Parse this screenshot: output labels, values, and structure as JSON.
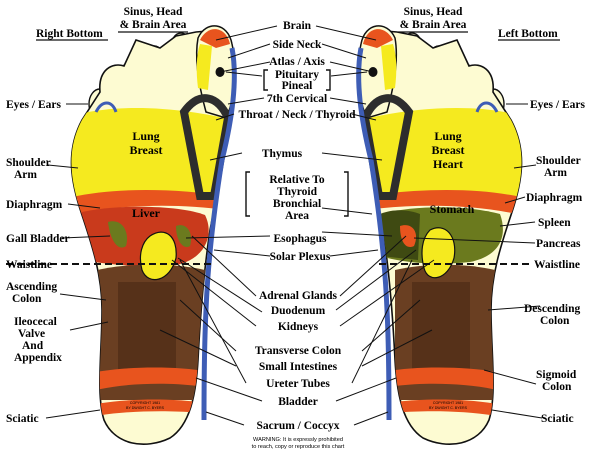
{
  "headers": {
    "right_bottom": "Right Bottom",
    "left_bottom": "Left Bottom"
  },
  "labels": {
    "sinus_l1": "Sinus, Head",
    "sinus_l2": "& Brain Area",
    "brain": "Brain",
    "side_neck": "Side Neck",
    "atlas_axis": "Atlas / Axis",
    "pituitary": "Pituitary",
    "pineal": "Pineal",
    "cervical": "7th Cervical",
    "throat": "Throat / Neck / Thyroid",
    "eyes_ears": "Eyes / Ears",
    "thymus": "Thymus",
    "shoulder": "Shoulder",
    "arm": "Arm",
    "relative_l1": "Relative To",
    "relative_l2": "Thyroid",
    "relative_l3": "Bronchial",
    "relative_l4": "Area",
    "diaphragm": "Diaphragm",
    "esophagus": "Esophagus",
    "spleen": "Spleen",
    "gall_bladder": "Gall Bladder",
    "pancreas": "Pancreas",
    "solar_plexus": "Solar Plexus",
    "waistline": "Waistline",
    "ascending_l1": "Ascending",
    "ascending_l2": "Colon",
    "adrenal": "Adrenal Glands",
    "duodenum": "Duodenum",
    "ileo_l1": "Ileocecal",
    "ileo_l2": "Valve",
    "ileo_l3": "And",
    "ileo_l4": "Appendix",
    "kidneys": "Kidneys",
    "descending_l1": "Descending",
    "descending_l2": "Colon",
    "transverse": "Transverse Colon",
    "small_int": "Small Intestines",
    "ureter": "Ureter Tubes",
    "sigmoid_l1": "Sigmoid",
    "sigmoid_l2": "Colon",
    "bladder": "Bladder",
    "sciatic": "Sciatic",
    "sacrum": "Sacrum / Coccyx"
  },
  "zones": {
    "lung": "Lung",
    "breast": "Breast",
    "heart": "Heart",
    "liver": "Liver",
    "stomach": "Stomach"
  },
  "footer": {
    "warning_l1": "WARNING: It is expressly prohibited",
    "warning_l2": "to reach, copy or reproduce this chart",
    "copyright_l1": "COPYRIGHT 1981",
    "copyright_l2": "BY DWIGHT C. BYERS"
  },
  "colors": {
    "foot_base": "#fdfbd2",
    "yellow": "#f5ea1f",
    "orange": "#e8541e",
    "red_liver": "#c93a1c",
    "olive": "#6b7a1e",
    "olive_dark": "#3f4a12",
    "brown": "#6a3f22",
    "brown_dark": "#4a2814",
    "blue_spine": "#3e5db5",
    "dark_neck": "#2d2d2d",
    "line": "#111111"
  }
}
